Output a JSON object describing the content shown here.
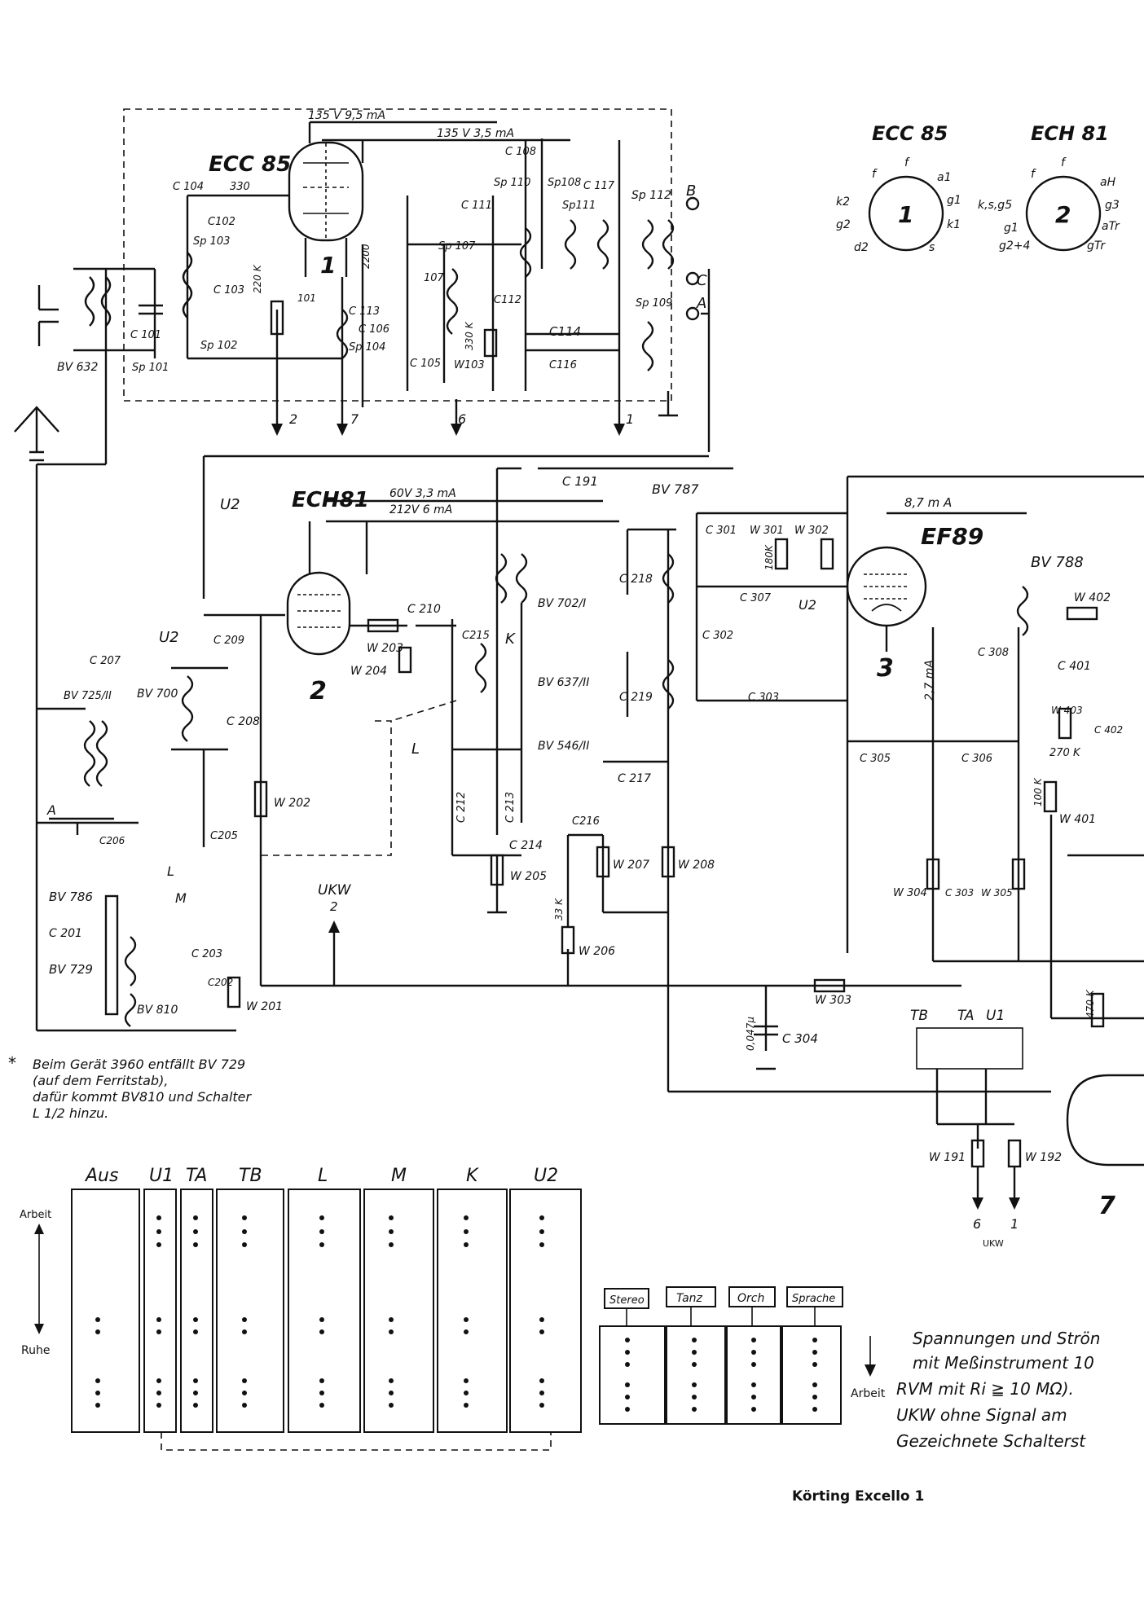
{
  "tubes": {
    "ecc85": "ECC 85",
    "ech81": "ECH81",
    "ef89": "EF89",
    "num1": "1",
    "num2": "2",
    "num3": "3",
    "num7": "7"
  },
  "pinouts": {
    "ecc85": {
      "title": "ECC 85",
      "center": "1",
      "pins": [
        "f",
        "f",
        "a1",
        "g1",
        "k1",
        "s",
        "d2",
        "g2",
        "k2"
      ]
    },
    "ech81": {
      "title": "ECH 81",
      "center": "2",
      "pins": [
        "f",
        "f",
        "aH",
        "g3",
        "aTr",
        "gTr",
        "g2+4",
        "g1",
        "k,s,g5"
      ]
    }
  },
  "supply": {
    "ecc85_a": "135 V 9,5 mA",
    "ecc85_b": "135 V 3,5 mA",
    "ech81_a": "60V 3,3 mA",
    "ech81_b": "212V 6 mA",
    "ef89_a": "8,7 m A",
    "ef89_b": "2,7 mA"
  },
  "components": {
    "c104": "C 104",
    "c102": "C102",
    "c103": "C 103",
    "c101": "C 101",
    "c108": "C 108",
    "c111": "C 111",
    "c112": "C112",
    "c113": "C 113",
    "c114": "C114",
    "c116": "C116",
    "c105": "C 105",
    "c106": "C 106",
    "c107": "107",
    "sp101": "Sp 101",
    "sp102": "Sp 102",
    "sp103": "Sp 103",
    "sp104": "Sp 104",
    "sp107": "Sp 107",
    "sp108": "Sp108",
    "sp109": "Sp 109",
    "sp110": "Sp 110",
    "sp111": "Sp111",
    "sp112": "Sp 112",
    "c117": "C 117",
    "w101": "101",
    "w103": "W103",
    "r330": "330",
    "r220k": "220 K",
    "r330k": "330 K",
    "r2200": "2200",
    "bv632": "BV 632",
    "c191": "C 191",
    "c207": "C 207",
    "c208": "C 208",
    "c209": "C 209",
    "c210": "C 210",
    "c215": "C215",
    "c217": "C 217",
    "c216": "C216",
    "c212": "C 212",
    "c213": "C 213",
    "c214": "C 214",
    "c205": "C205",
    "c206": "C206",
    "c201": "C 201",
    "c203": "C 203",
    "c202": "C202",
    "w202": "W 202",
    "w203": "W 203",
    "w204": "W 204",
    "w205": "W 205",
    "w206": "W 206",
    "w207": "W 207",
    "w208": "W 208",
    "w201": "W 201",
    "bv700": "BV 700",
    "bv725": "BV 725/II",
    "bv702": "BV 702/I",
    "bv637": "BV 637/II",
    "bv546": "BV 546/II",
    "bv786": "BV 786",
    "bv729": "BV 729",
    "bv810": "BV 810",
    "bv787": "BV 787",
    "bv788": "BV 788",
    "c218": "C 218",
    "c219": "C 219",
    "c301": "C 301",
    "c302": "C 302",
    "c303": "C 303",
    "c304": "C 304",
    "c305": "C 305",
    "c306": "C 306",
    "c307": "C 307",
    "c308": "C 308",
    "c401": "C 401",
    "c402": "C 402",
    "w301": "W 301",
    "w302": "W 302",
    "w303": "W 303",
    "w304": "W 304",
    "w305": "W 305",
    "w401": "W 401",
    "w402": "W 402",
    "w403": "W 403",
    "w191": "W 191",
    "w192": "W 192",
    "r270k": "270 K",
    "r470k": "470 K",
    "r33k": "33 K",
    "r180k": "180K",
    "r100k": "100 K",
    "c0047": "0,047µ",
    "u1": "U1",
    "u2": "U2",
    "tb": "TB",
    "ta": "TA",
    "ukw": "UKW",
    "ukw2": "2"
  },
  "outputs": {
    "o2": "2",
    "o7": "7",
    "o6": "6",
    "o1": "1",
    "ukw6": "6",
    "ukw1": "1",
    "ukwlbl": "UKW"
  },
  "footnote": {
    "l1": "Beim Gerät 3960 entfällt BV 729",
    "l2": "(auf dem Ferritstab),",
    "l3": "dafür kommt BV810 und Schalter",
    "l4": "L 1/2 hinzu."
  },
  "switch_table": {
    "headers": [
      "Aus",
      "U1",
      "TA",
      "TB",
      "L",
      "M",
      "K",
      "U2"
    ],
    "arbeit": "Arbeit",
    "ruhe": "Ruhe"
  },
  "tone_switch": {
    "buttons": [
      "Stereo",
      "Tanz",
      "Orch",
      "Sprache"
    ],
    "arbeit": "Arbeit"
  },
  "notes": {
    "l1": "Spannungen und Strön",
    "l2": "mit Meßinstrument 10",
    "l3": "RVM mit Ri ≧ 10 MΩ).",
    "l4": "UKW ohne Signal am",
    "l5": "Gezeichnete Schalterst"
  },
  "caption": "Körting Excello 1"
}
